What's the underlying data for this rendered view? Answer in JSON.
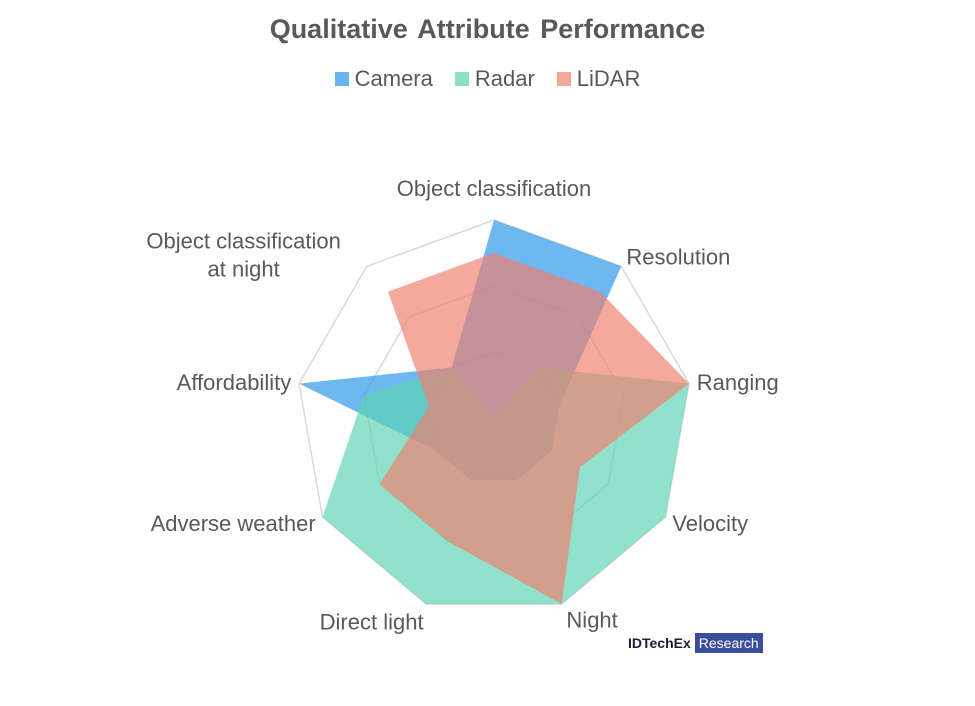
{
  "chart_data": {
    "type": "radar",
    "title": "Qualitative Attribute Performance",
    "categories": [
      "Object classification",
      "Resolution",
      "Ranging",
      "Velocity",
      "Night",
      "Direct light",
      "Adverse weather",
      "Affordability",
      "Object classification at night"
    ],
    "range": [
      0,
      3
    ],
    "grid_levels": [
      1,
      2,
      3
    ],
    "legend_position": "top",
    "series": [
      {
        "name": "Camera",
        "color": "#2997ec",
        "values": [
          3,
          3,
          1,
          1,
          1,
          1,
          1,
          3,
          1
        ]
      },
      {
        "name": "Radar",
        "color": "#5ed3b4",
        "values": [
          0,
          1,
          3,
          3,
          3,
          3,
          3,
          2,
          1
        ]
      },
      {
        "name": "LiDAR",
        "color": "#f0806e",
        "values": [
          2.5,
          2.5,
          3,
          1.5,
          3,
          2,
          2,
          1,
          2.5
        ]
      }
    ]
  },
  "logo": {
    "brand": "IDTechEx",
    "tag": "Research"
  }
}
